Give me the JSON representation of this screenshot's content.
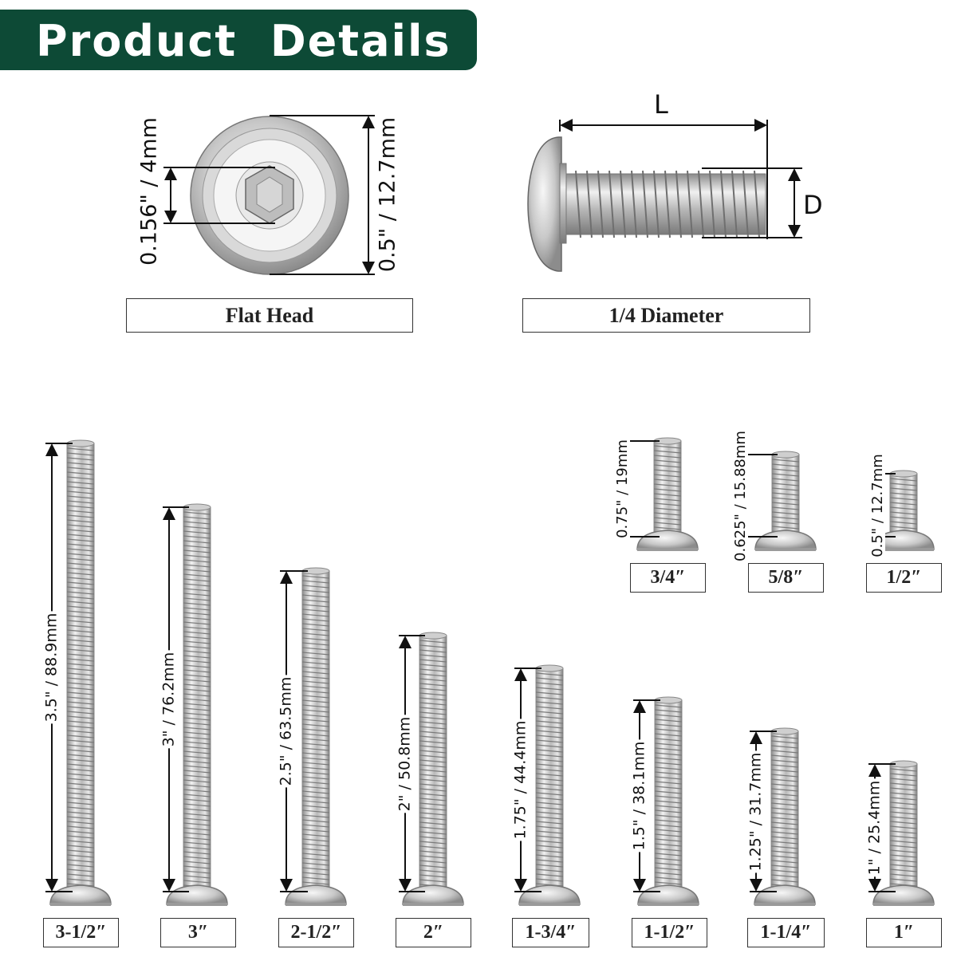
{
  "header": {
    "title": "Product  Details"
  },
  "diagrams": {
    "flat_head": {
      "caption": "Flat Head",
      "hex_dim": "0.156\" / 4mm",
      "head_dim": "0.5\" / 12.7mm"
    },
    "diameter": {
      "caption": "1/4 Diameter",
      "length_letter": "L",
      "diameter_letter": "D"
    }
  },
  "sizes": [
    {
      "label": "3-1/2″",
      "dim": "3.5\" / 88.9mm"
    },
    {
      "label": "3″",
      "dim": "3\" / 76.2mm"
    },
    {
      "label": "2-1/2″",
      "dim": "2.5\" / 63.5mm"
    },
    {
      "label": "2″",
      "dim": "2\" / 50.8mm"
    },
    {
      "label": "1-3/4″",
      "dim": "1.75\" / 44.4mm"
    },
    {
      "label": "1-1/2″",
      "dim": "1.5\" / 38.1mm"
    },
    {
      "label": "1-1/4″",
      "dim": "1.25\" / 31.7mm"
    },
    {
      "label": "1″",
      "dim": "1\" / 25.4mm"
    },
    {
      "label": "3/4″",
      "dim": "0.75\" / 19mm"
    },
    {
      "label": "5/8″",
      "dim": "0.625\" / 15.88mm"
    },
    {
      "label": "1/2″",
      "dim": "0.5\" / 12.7mm"
    }
  ]
}
